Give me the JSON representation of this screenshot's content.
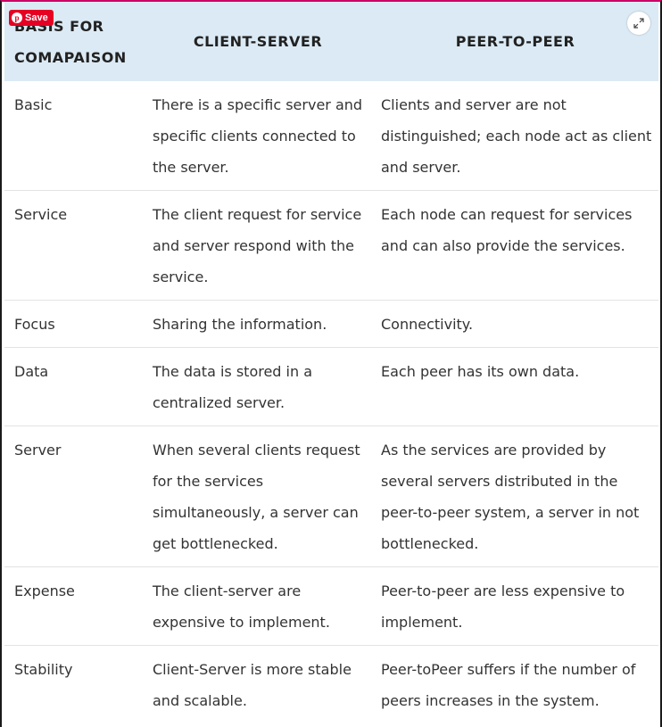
{
  "header": {
    "col1": "BASIS FOR COMAPAISON",
    "col2": "CLIENT-SERVER",
    "col3": "PEER-TO-PEER"
  },
  "rows": [
    {
      "basis": "Basic",
      "client_server": "There is a specific server and specific clients connected to the server.",
      "peer_to_peer": "Clients and server are not distinguished; each node act as client and server."
    },
    {
      "basis": "Service",
      "client_server": "The client request for service and server respond with the service.",
      "peer_to_peer": "Each node can request for services and can also provide the services."
    },
    {
      "basis": "Focus",
      "client_server": "Sharing the information.",
      "peer_to_peer": "Connectivity."
    },
    {
      "basis": "Data",
      "client_server": "The data is stored in a centralized server.",
      "peer_to_peer": "Each peer has its own data."
    },
    {
      "basis": "Server",
      "client_server": "When several clients request for the services simultaneously, a server can get bottlenecked.",
      "peer_to_peer": "As the services are provided by several servers distributed in the peer-to-peer system, a server in not bottlenecked."
    },
    {
      "basis": "Expense",
      "client_server": "The client-server are expensive to implement.",
      "peer_to_peer": "Peer-to-peer are less expensive to implement."
    },
    {
      "basis": "Stability",
      "client_server": "Client-Server is more stable and scalable.",
      "peer_to_peer": "Peer-toPeer suffers if the number of peers increases in the system."
    }
  ],
  "overlay": {
    "save_label": "Save",
    "save_icon": "pinterest-icon",
    "expand_icon": "expand-icon"
  },
  "colors": {
    "header_bg": "#dbeaf4",
    "save_bg": "#e60023"
  }
}
